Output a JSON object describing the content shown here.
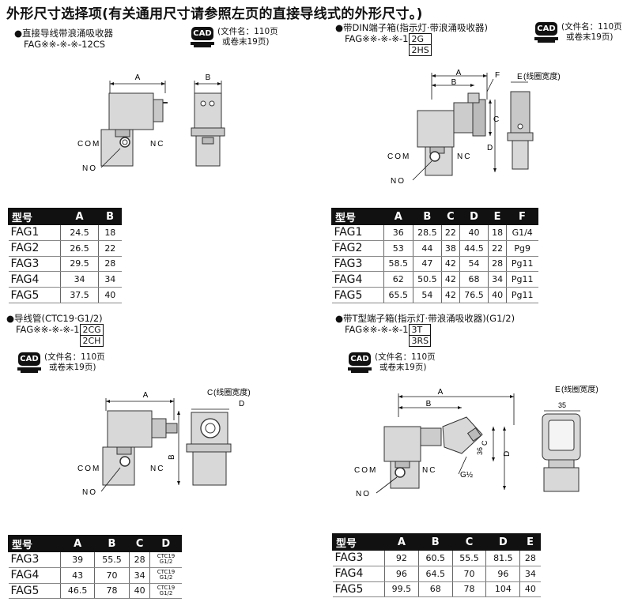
{
  "page_title": "外形尺寸选择项(有关通用尺寸请参照左页的直接导线式的外形尺寸。)",
  "cad": {
    "icon_label": "CAD",
    "line1": "(文件名：110页",
    "line2": "或卷末19页)"
  },
  "labels": {
    "com": "COM",
    "nc": "NC",
    "no": "NO",
    "coil_width": "(线圈宽度)",
    "g_half": "G½",
    "dim_36": "36",
    "dim_35": "35"
  },
  "sections": {
    "s1": {
      "title": "●直接导线带浪涌吸收器",
      "model": "FAG※※-※-※-12CS",
      "variants": [],
      "table": {
        "headers": [
          "型号",
          "A",
          "B"
        ],
        "rows": [
          [
            "FAG1",
            "24.5",
            "18"
          ],
          [
            "FAG2",
            "26.5",
            "22"
          ],
          [
            "FAG3",
            "29.5",
            "28"
          ],
          [
            "FAG4",
            "34",
            "34"
          ],
          [
            "FAG5",
            "37.5",
            "40"
          ]
        ]
      }
    },
    "s2": {
      "title": "●带DIN端子箱(指示灯·带浪涌吸收器)",
      "model": "FAG※※-※-※-1",
      "variants": [
        "2G",
        "2HS"
      ],
      "table": {
        "headers": [
          "型号",
          "A",
          "B",
          "C",
          "D",
          "E",
          "F"
        ],
        "rows": [
          [
            "FAG1",
            "36",
            "28.5",
            "22",
            "40",
            "18",
            "G1/4"
          ],
          [
            "FAG2",
            "53",
            "44",
            "38",
            "44.5",
            "22",
            "Pg9"
          ],
          [
            "FAG3",
            "58.5",
            "47",
            "42",
            "54",
            "28",
            "Pg11"
          ],
          [
            "FAG4",
            "62",
            "50.5",
            "42",
            "68",
            "34",
            "Pg11"
          ],
          [
            "FAG5",
            "65.5",
            "54",
            "42",
            "76.5",
            "40",
            "Pg11"
          ]
        ]
      }
    },
    "s3": {
      "title": "●导线管(CTC19·G1/2)",
      "model": "FAG※※-※-※-1",
      "variants": [
        "2CG",
        "2CH"
      ],
      "table": {
        "headers": [
          "型号",
          "A",
          "B",
          "C",
          "D"
        ],
        "rows": [
          [
            "FAG3",
            "39",
            "55.5",
            "28",
            "CTC19|G1/2"
          ],
          [
            "FAG4",
            "43",
            "70",
            "34",
            "CTC19|G1/2"
          ],
          [
            "FAG5",
            "46.5",
            "78",
            "40",
            "CTC19|G1/2"
          ]
        ]
      }
    },
    "s4": {
      "title": "●带T型端子箱(指示灯·带浪涌吸收器)(G1/2)",
      "model": "FAG※※-※-※-1",
      "variants": [
        "3T",
        "3RS"
      ],
      "table": {
        "headers": [
          "型号",
          "A",
          "B",
          "C",
          "D",
          "E"
        ],
        "rows": [
          [
            "FAG3",
            "92",
            "60.5",
            "55.5",
            "81.5",
            "28"
          ],
          [
            "FAG4",
            "96",
            "64.5",
            "70",
            "96",
            "34"
          ],
          [
            "FAG5",
            "99.5",
            "68",
            "78",
            "104",
            "40"
          ]
        ]
      }
    }
  }
}
